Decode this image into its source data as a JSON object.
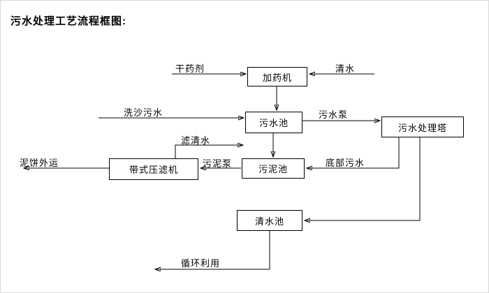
{
  "title": "污水处理工艺流程框图:",
  "diagram": {
    "nodes": {
      "dosing_machine": {
        "label": "加药机"
      },
      "sewage_pool": {
        "label": "污水池"
      },
      "treatment_tower": {
        "label": "污水处理塔"
      },
      "sludge_pool": {
        "label": "污泥池"
      },
      "belt_filter_press": {
        "label": "带式压滤机"
      },
      "clear_water_pool": {
        "label": "清水池"
      }
    },
    "edge_labels": {
      "dry_agent": "干药剂",
      "clear_water": "清水",
      "sand_wash_sewage": "洗沙污水",
      "sewage_pump": "污水泵",
      "filtered_water": "滤清水",
      "sludge_pump": "污泥泵",
      "bottom_sewage": "底部污水",
      "mud_cake_outbound": "泥饼外运",
      "recycling": "循环利用"
    },
    "colors": {
      "line": "#000000",
      "background": "#ffffff",
      "text": "#000000"
    }
  }
}
